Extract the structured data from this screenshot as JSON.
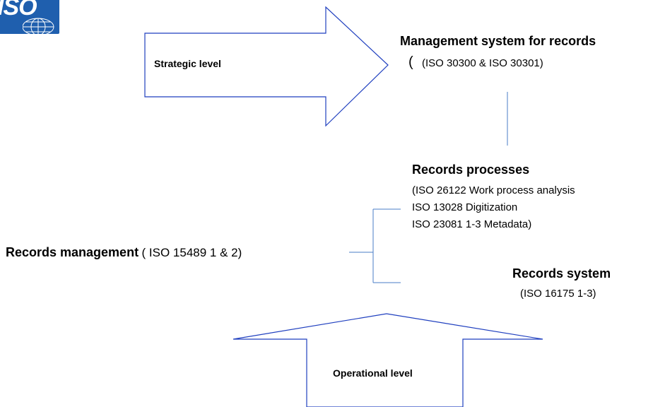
{
  "logo": {
    "text": "ISO",
    "color": "#1f5fae"
  },
  "strategic_arrow": {
    "label": "Strategic level"
  },
  "operational_arrow": {
    "label": "Operational level"
  },
  "management_system": {
    "title": "Management system for records",
    "paren": "(",
    "standards": "(ISO 30300 & ISO 30301)"
  },
  "records_processes": {
    "title": "Records processes",
    "lines": [
      "(ISO 26122 Work process analysis",
      "ISO 13028 Digitization",
      "ISO 23081 1-3 Metadata)"
    ]
  },
  "records_management": {
    "title": "Records management",
    "standards": "( ISO 15489 1 & 2)"
  },
  "records_system": {
    "title": "Records system",
    "standards": "(ISO 16175 1-3)"
  },
  "colors": {
    "line": "#1f3fbf",
    "connector": "#4a7cc7"
  }
}
